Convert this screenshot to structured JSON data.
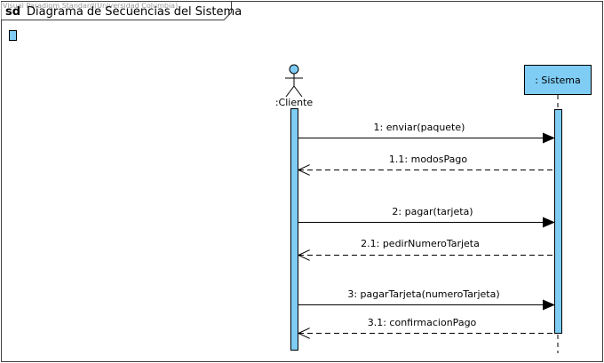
{
  "frame": {
    "keyword": "sd",
    "title": "Diagrama de Secuencias del Sistema",
    "watermark": "Visual Paradigm Standard(Universidad Columbia)"
  },
  "participants": {
    "actor": {
      "name": ":Cliente"
    },
    "system": {
      "name": ": Sistema"
    }
  },
  "messages": [
    {
      "label": "1: enviar(paquete)",
      "kind": "call",
      "direction": "to-system"
    },
    {
      "label": "1.1: modosPago",
      "kind": "return",
      "direction": "to-actor"
    },
    {
      "label": "2: pagar(tarjeta)",
      "kind": "call",
      "direction": "to-system"
    },
    {
      "label": "2.1: pedirNumeroTarjeta",
      "kind": "return",
      "direction": "to-actor"
    },
    {
      "label": "3: pagarTarjeta(numeroTarjeta)",
      "kind": "call",
      "direction": "to-system"
    },
    {
      "label": "3.1: confirmacionPago",
      "kind": "return",
      "direction": "to-actor"
    }
  ],
  "colors": {
    "activation_fill": "#7fcdf5",
    "system_box_fill": "#7fcdf5",
    "actor_head_fill": "#7fcdf5",
    "line": "#000000",
    "frame_border": "#404040",
    "legend_swatch": "#7fcdf5"
  }
}
